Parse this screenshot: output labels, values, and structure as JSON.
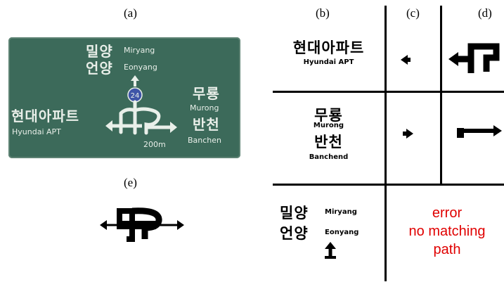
{
  "labels": {
    "a": "(a)",
    "b": "(b)",
    "c": "(c)",
    "d": "(d)",
    "e": "(e)"
  },
  "sign": {
    "top_ko_1": "밀양",
    "top_en_1": "Miryang",
    "top_ko_2": "언양",
    "top_en_2": "Eonyang",
    "right_ko_1": "무룡",
    "right_en_1": "Murong",
    "right_ko_2": "반천",
    "right_en_2": "Banchen",
    "left_ko": "현대아파트",
    "left_en": "Hyundai APT",
    "route_number": "24",
    "distance": "200m"
  },
  "table": {
    "row1_ko": "현대아파트",
    "row1_en": "Hyundai APT",
    "row2_ko_1": "무룡",
    "row2_en_1": "Murong",
    "row2_ko_2": "반천",
    "row2_en_2": "Banchend",
    "row3_ko_1": "밀양",
    "row3_en_1": "Miryang",
    "row3_ko_2": "언양",
    "row3_en_2": "Eonyang",
    "error_line1": "error",
    "error_line2": "no matching",
    "error_line3": "path"
  }
}
